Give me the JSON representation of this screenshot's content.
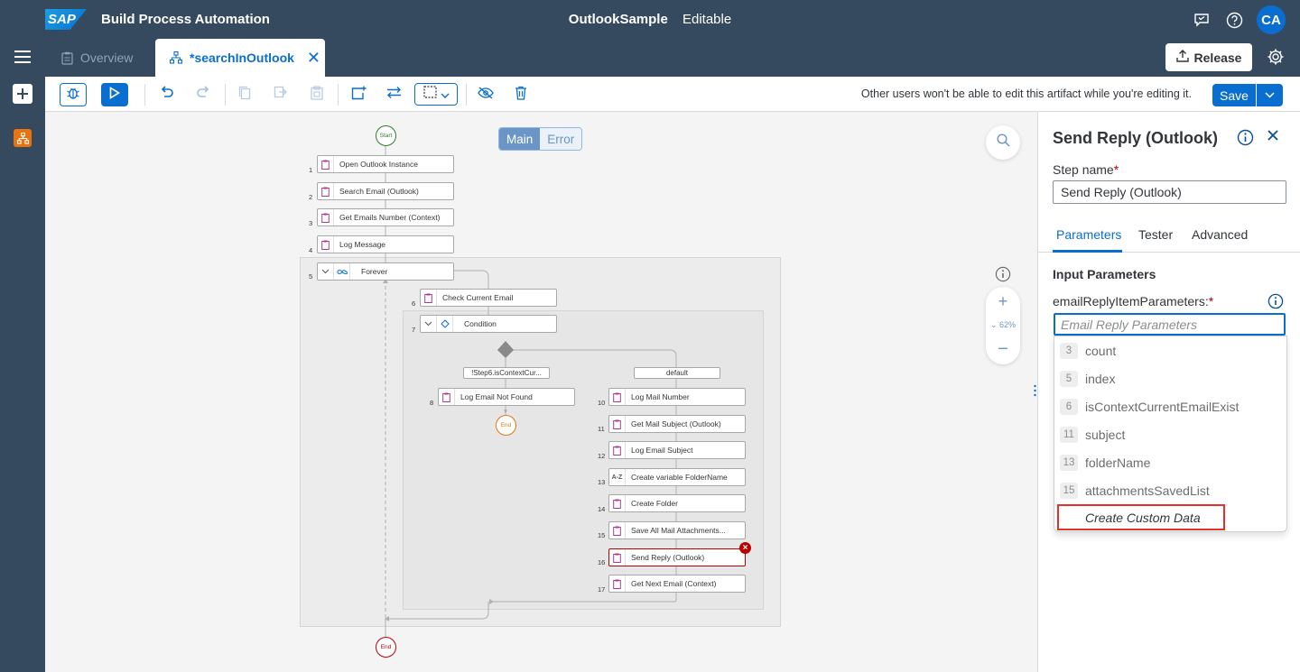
{
  "shell": {
    "brand": "SAP",
    "product": "Build Process Automation",
    "project_name": "OutlookSample",
    "project_status": "Editable",
    "avatar_initials": "CA"
  },
  "tabs": {
    "overview": "Overview",
    "active": "*searchInOutlook",
    "release": "Release"
  },
  "toolbar": {
    "edit_message": "Other users won't be able to edit this artifact while you're editing it.",
    "save": "Save"
  },
  "canvas": {
    "view_main": "Main",
    "view_error": "Error",
    "zoom_level": "62%",
    "start_label": "Start",
    "end_label": "End",
    "condition_end_label": "End",
    "steps": [
      {
        "num": "1",
        "label": "Open Outlook Instance"
      },
      {
        "num": "2",
        "label": "Search Email (Outlook)"
      },
      {
        "num": "3",
        "label": "Get Emails Number (Context)"
      },
      {
        "num": "4",
        "label": "Log Message"
      },
      {
        "num": "5",
        "label": "Forever"
      },
      {
        "num": "6",
        "label": "Check Current Email"
      },
      {
        "num": "7",
        "label": "Condition"
      },
      {
        "num": "8",
        "label": "Log Email Not Found"
      },
      {
        "num": "10",
        "label": "Log Mail Number"
      },
      {
        "num": "11",
        "label": "Get Mail Subject (Outlook)"
      },
      {
        "num": "12",
        "label": "Log Email Subject"
      },
      {
        "num": "13",
        "label": "Create variable FolderName"
      },
      {
        "num": "14",
        "label": "Create Folder"
      },
      {
        "num": "15",
        "label": "Save All Mail Attachments..."
      },
      {
        "num": "16",
        "label": "Send Reply (Outlook)"
      },
      {
        "num": "17",
        "label": "Get Next Email (Context)"
      }
    ],
    "branches": {
      "left": "!Step6.isContextCur...",
      "right": "default"
    },
    "error_mark": "×"
  },
  "panel": {
    "title": "Send Reply (Outlook)",
    "step_name_label": "Step name",
    "step_name_value": "Send Reply (Outlook)",
    "required_mark": "*",
    "tabs": [
      "Parameters",
      "Tester",
      "Advanced"
    ],
    "section": "Input Parameters",
    "param_label": "emailReplyItemParameters:",
    "param_placeholder": "Email Reply Parameters",
    "options": [
      {
        "step": "3",
        "name": "count"
      },
      {
        "step": "5",
        "name": "index"
      },
      {
        "step": "6",
        "name": "isContextCurrentEmailExist"
      },
      {
        "step": "11",
        "name": "subject"
      },
      {
        "step": "13",
        "name": "folderName"
      },
      {
        "step": "15",
        "name": "attachmentsSavedList"
      }
    ],
    "custom_option": "Create Custom Data"
  },
  "colors": {
    "shell": "#354a5f",
    "accent": "#0a6ed1",
    "error": "#bb0000",
    "highlight": "#e4302a",
    "tree_icon": "#e9730c"
  }
}
